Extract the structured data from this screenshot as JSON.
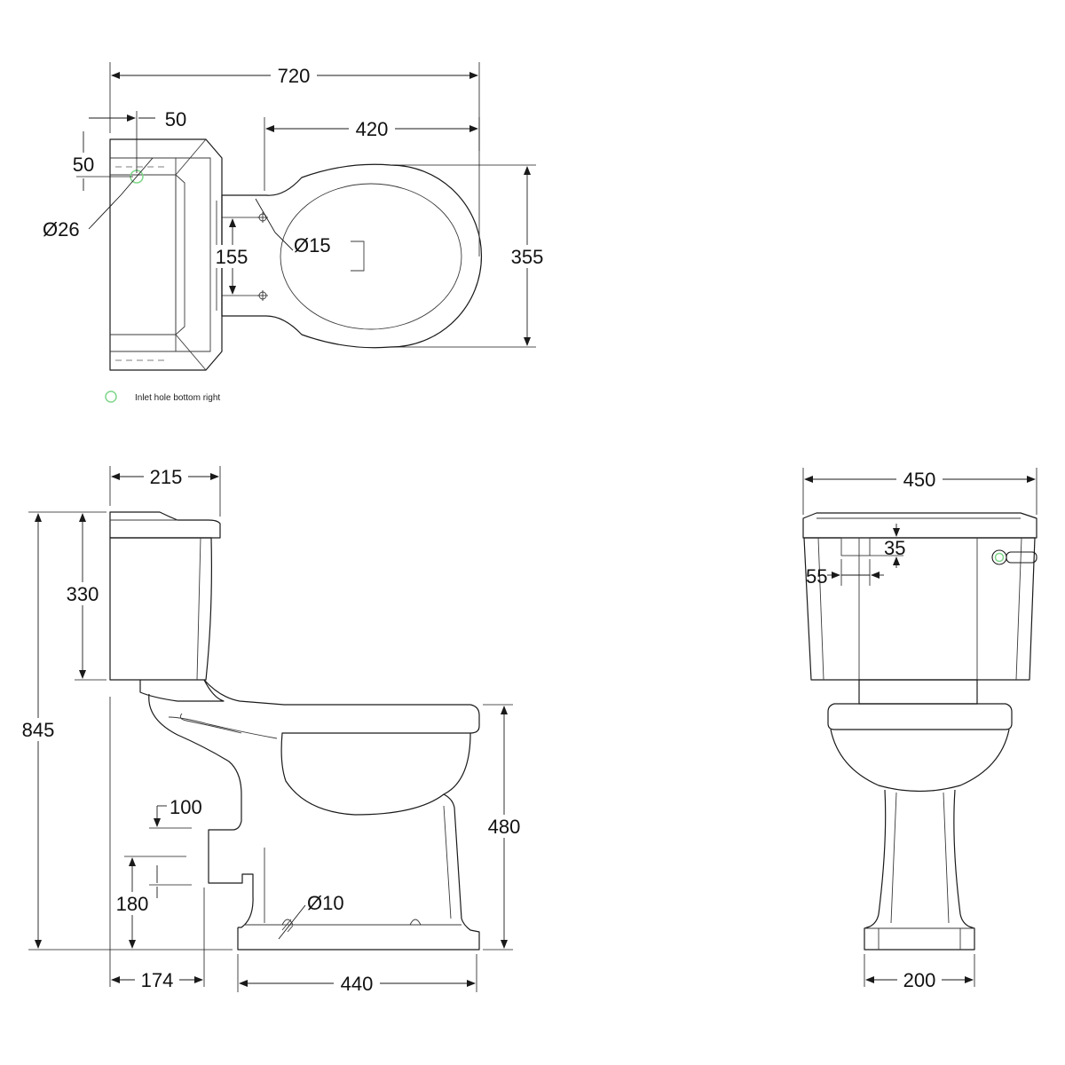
{
  "plan_view": {
    "width_720": "720",
    "length_420": "420",
    "inlet_x_50": "50",
    "inlet_y_50": "50",
    "inlet_dia": "Ø26",
    "fixing_spacing": "155",
    "fixing_dia": "Ø15",
    "depth_355": "355"
  },
  "legend": {
    "text": "Inlet hole bottom right",
    "marker_color": "#7fd68a"
  },
  "side_view": {
    "cistern_depth": "215",
    "cistern_height": "330",
    "overall_height": "845",
    "outlet_size": "100",
    "outlet_height": "180",
    "outlet_distance": "174",
    "pan_height": "480",
    "fixing_dia": "Ø10",
    "base_length": "440"
  },
  "front_view": {
    "cistern_width": "450",
    "inlet_vertical": "35",
    "inlet_horizontal": "55",
    "pedestal_width": "200"
  },
  "colors": {
    "line": "#1a1a1a",
    "lever_accent": "#7fd68a"
  }
}
